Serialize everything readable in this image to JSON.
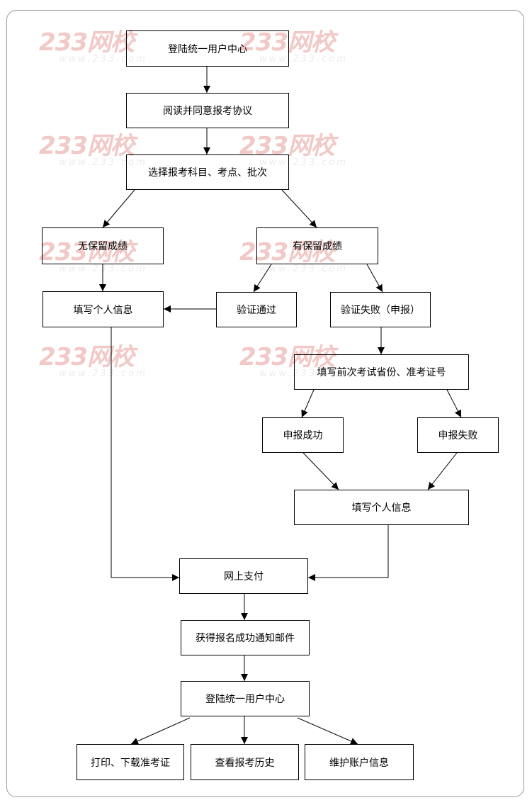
{
  "watermark": {
    "main": "233网校",
    "sub": "www.233.com"
  },
  "steps": {
    "login_top": "登陆统一用户中心",
    "read_agree": "阅读并同意报考协议",
    "choose": "选择报考科目、考点、批次",
    "no_retained": "无保留成绩",
    "has_retained": "有保留成绩",
    "fill_info_left": "填写个人信息",
    "verify_pass": "验证通过",
    "verify_fail": "验证失败（申报）",
    "fill_previous": "填写前次考试省份、准考证号",
    "apply_success": "申报成功",
    "apply_fail": "申报失败",
    "fill_info_right": "填写个人信息",
    "pay_online": "网上支付",
    "get_email": "获得报名成功通知邮件",
    "login_bottom": "登陆统一用户中心",
    "print_ticket": "打印、下载准考证",
    "view_history": "查看报考历史",
    "maintain_account": "维护账户信息"
  }
}
